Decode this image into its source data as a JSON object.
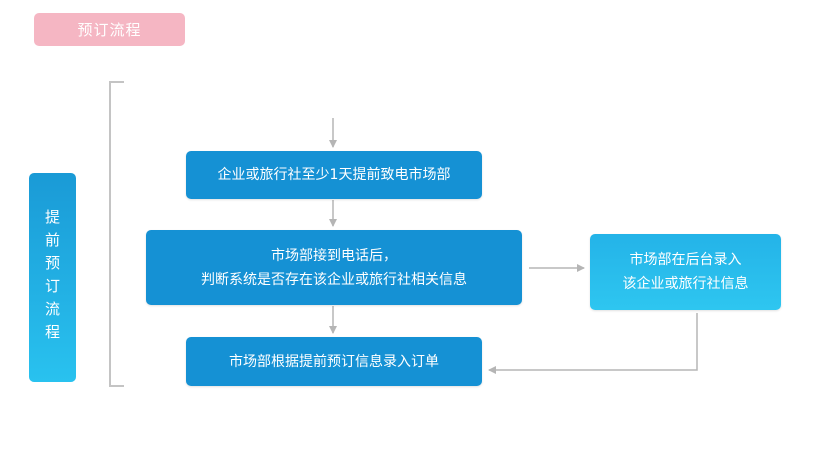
{
  "header": {
    "title": "预订流程"
  },
  "sidebar": {
    "label": "提前预订流程"
  },
  "flow": {
    "step1": "企业或旅行社至少1天提前致电市场部",
    "step2_line1": "市场部接到电话后，",
    "step2_line2": "判断系统是否存在该企业或旅行社相关信息",
    "step3": "市场部根据提前预订信息录入订单",
    "branch_line1": "市场部在后台录入",
    "branch_line2": "该企业或旅行社信息"
  },
  "colors": {
    "tab": "#f5b6c3",
    "box": "#1591d4",
    "box_light": "#2ec6f0",
    "line": "#b5b5b5"
  }
}
